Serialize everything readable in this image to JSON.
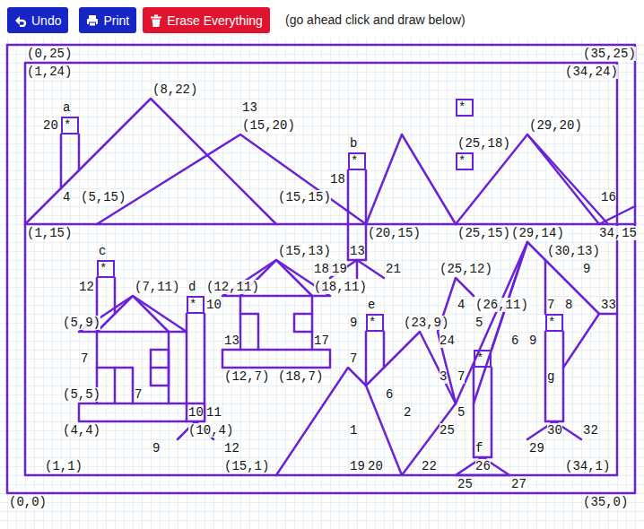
{
  "diagram": {
    "nodes": [
      {
        "text": [
          "Undo"
        ]
      },
      {
        "text": [
          "Print"
        ]
      },
      {
        "text": [
          "Erase Everything"
        ]
      },
      {
        "text": [
          "*"
        ]
      },
      {
        "text": [
          "*"
        ]
      },
      {
        "text": [
          "*"
        ]
      },
      {
        "text": [
          "*"
        ]
      },
      {
        "text": [
          "*"
        ]
      },
      {
        "text": [
          "*"
        ]
      },
      {
        "text": [
          "*"
        ]
      },
      {
        "text": [
          "*"
        ]
      },
      {
        "text": [
          "*"
        ]
      }
    ],
    "labels": [
      "(go ahead click and draw below)",
      "(0,25)",
      "(35,25)",
      "(1,24)",
      "(34,24)",
      "(8,22)",
      "a",
      "13",
      "20",
      "(15,20)",
      "(29,20)",
      "b",
      "(25,18)",
      "18",
      "4",
      "(5,15)",
      "(15,15)",
      "16",
      "(1,15)",
      "(20,15)",
      "(25,15)",
      "(29,14)",
      "34,15",
      "c",
      "(15,13)",
      "13",
      "(30,13)",
      "18",
      "19",
      "21",
      "(25,12)",
      "9",
      "12",
      "(7,11)",
      "d",
      "(12,11)",
      "(18,11)",
      "10",
      "e",
      "4",
      "(26,11)",
      "7",
      "8",
      "33",
      "(5,9)",
      "9",
      "(23,9)",
      "5",
      "13",
      "17",
      "24",
      "6",
      "9",
      "7",
      "7",
      "(12,7)",
      "(18,7)",
      "3",
      "7",
      "g",
      "(5,5)",
      "7",
      "6",
      "10",
      "11",
      "2",
      "5",
      "(4,4)",
      "(10,4)",
      "1",
      "25",
      "30",
      "32",
      "9",
      "12",
      "f",
      "29",
      "(1,1)",
      "(15,1)",
      "19",
      "20",
      "22",
      "26",
      "(34,1)",
      "25",
      "27",
      "(0,0)",
      "(35,0)"
    ]
  }
}
